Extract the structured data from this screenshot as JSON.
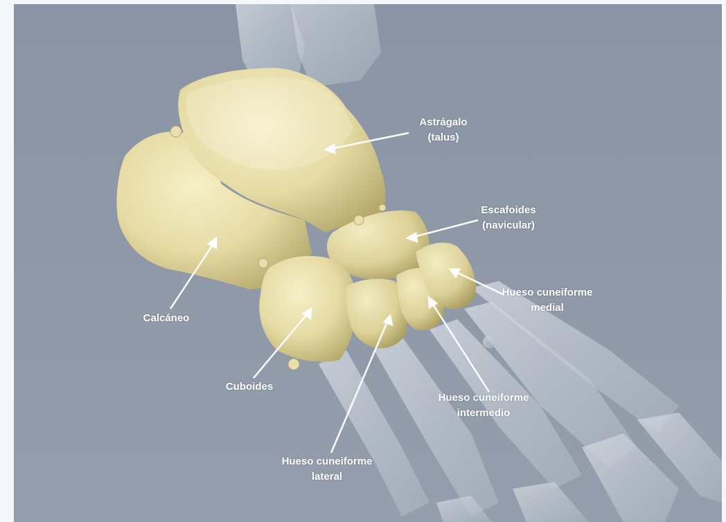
{
  "labels": {
    "talus": {
      "line1": "Astrágalo",
      "line2": "(talus)"
    },
    "navicular": {
      "line1": "Escafoides",
      "line2": "(navicular)"
    },
    "medial_cuneiform": {
      "line1": "Hueso cuneiforme",
      "line2": "medial"
    },
    "calcaneus": {
      "line1": "Calcáneo"
    },
    "cuboid": {
      "line1": "Cuboides"
    },
    "intermediate_cuneiform": {
      "line1": "Hueso cuneiforme",
      "line2": "intermedio"
    },
    "lateral_cuneiform": {
      "line1": "Hueso cuneiforme",
      "line2": "lateral"
    }
  },
  "colors": {
    "background": "#8e98a7",
    "bone": "#e8deaa",
    "bone_shadow": "#b9ad74",
    "ghost_bone": "#c9d0da",
    "label_text": "#ffffff",
    "pointer": "#ffffff"
  }
}
